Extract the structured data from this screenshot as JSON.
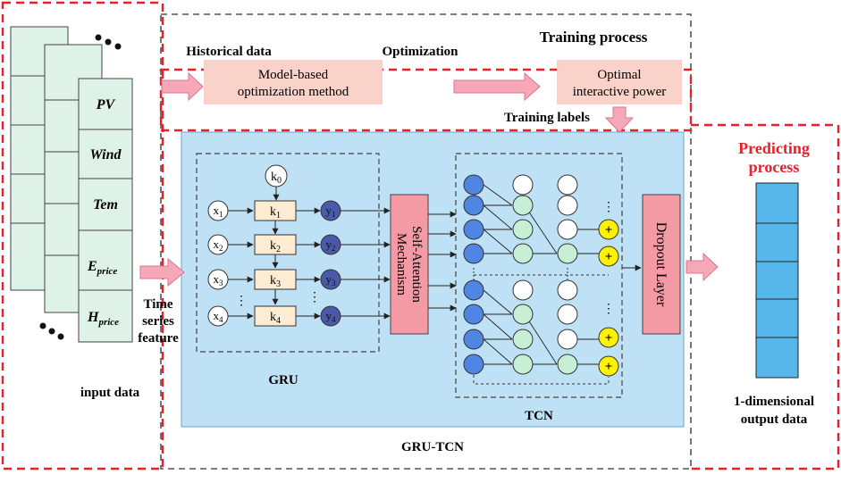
{
  "labels": {
    "historical_data": "Historical data",
    "model_based": [
      "Model-based",
      "optimization method"
    ],
    "optimization": "Optimization",
    "training_process": "Training process",
    "optimal_power": [
      "Optimal",
      "interactive power"
    ],
    "training_labels": "Training labels",
    "predicting": [
      "Predicting",
      "process"
    ],
    "time_series": [
      "Time",
      "series",
      "feature"
    ],
    "input_data": "input data",
    "gru": "GRU",
    "tcn": "TCN",
    "gru_tcn": "GRU-TCN",
    "self_attention": [
      "Self-Attention",
      "Mechanism"
    ],
    "dropout": "Dropout Layer",
    "output": [
      "1-dimensional",
      "output data"
    ]
  },
  "input_features": [
    {
      "main": "PV",
      "sub": ""
    },
    {
      "main": "Wind",
      "sub": ""
    },
    {
      "main": "Tem",
      "sub": ""
    },
    {
      "main": "E",
      "sub": "price"
    },
    {
      "main": "H",
      "sub": "price"
    }
  ],
  "gru_nodes": {
    "k0": {
      "main": "k",
      "sub": "0"
    },
    "x": [
      {
        "main": "x",
        "sub": "1"
      },
      {
        "main": "x",
        "sub": "2"
      },
      {
        "main": "x",
        "sub": "3"
      },
      {
        "main": "x",
        "sub": "4"
      }
    ],
    "k": [
      {
        "main": "k",
        "sub": "1"
      },
      {
        "main": "k",
        "sub": "2"
      },
      {
        "main": "k",
        "sub": "3"
      },
      {
        "main": "k",
        "sub": "4"
      }
    ],
    "y": [
      {
        "main": "y",
        "sub": "1"
      },
      {
        "main": "y",
        "sub": "2"
      },
      {
        "main": "y",
        "sub": "3"
      },
      {
        "main": "y",
        "sub": "4"
      }
    ]
  },
  "plus_symbol": "+",
  "ellipsis": "…",
  "dots_small": "⋮",
  "colors": {
    "red_dash": "#e8202a",
    "gray_dash": "#555555",
    "pink_box": "#f9d3c9",
    "pink_arrow": "#f7a8b8",
    "model_panel": "#bfe1f5",
    "input_sheet": "#dff2e8",
    "k_box": "#fdebd2",
    "y_node": "#4a5aa8",
    "tcn_blue": "#4f86e3",
    "tcn_green": "#c7efd6",
    "tcn_yellow": "#fff200",
    "sa_box": "#f39aa4",
    "output_cell": "#57b6ea",
    "red_text": "#e8202a"
  }
}
